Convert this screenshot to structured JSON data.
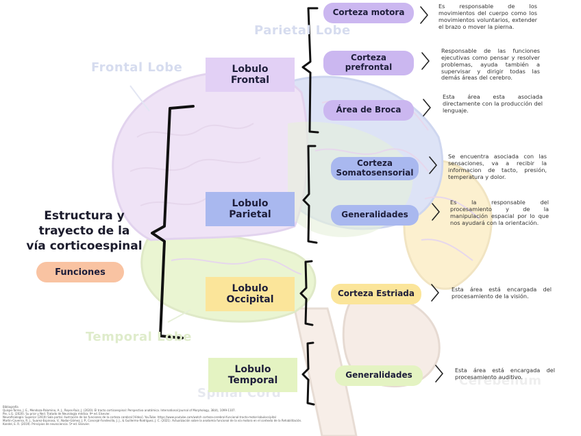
{
  "watermark_labels": {
    "frontal": "Frontal Lobe",
    "parietal": "Parietal Lobe",
    "temporal": "Temporal Lobe",
    "spinal": "Spinal Cord",
    "cerebellum": "Cerebellum"
  },
  "title": "Estructura y\ntrayecto de la\nvía corticoespinal",
  "funciones_label": "Funciones",
  "lobes": [
    {
      "name": "Lobulo\nFrontal",
      "color": "#e2d0f5",
      "areas": [
        {
          "label": "Corteza motora",
          "color": "#cbb7f0",
          "description": "Es responsable de los movimientos del cuerpo como los movimientos voluntarios, extender el brazo o mover la pierna."
        },
        {
          "label": "Corteza\nprefrontal",
          "color": "#cbb7f0",
          "description": "Responsable de las funciones ejecutivas como pensar y resolver problemas, ayuda también a supervisar y dirigir todas las demás áreas del cerebro."
        },
        {
          "label": "Área de Broca",
          "color": "#cbb7f0",
          "description": "Esta área esta asociada directamente con la producción del lenguaje."
        }
      ]
    },
    {
      "name": "Lobulo\nParietal",
      "color": "#a9b8ef",
      "areas": [
        {
          "label": "Corteza\nSomatosensorial",
          "color": "#a9b8ef",
          "description": "Se encuentra asociada con las sensaciones, va a recibir la informacion de tacto, presión, temperatura y dolor."
        },
        {
          "label": "Generalidades",
          "color": "#a9b8ef",
          "description": "Es la responsable del procesamiento y de la manipulación espacial por lo que nos ayudará con la orientación."
        }
      ]
    },
    {
      "name": "Lobulo\nOccipital",
      "color": "#fbe59a",
      "areas": [
        {
          "label": "Corteza Estriada",
          "color": "#fbe59a",
          "description": "Esta área está encargada del procesamiento de la visión."
        }
      ]
    },
    {
      "name": "Lobulo\nTemporal",
      "color": "#e4f3c2",
      "areas": [
        {
          "label": "Generalidades",
          "color": "#e4f3c2",
          "description": "Esta área está encargada del procesamiento auditivo."
        }
      ]
    }
  ],
  "bibliography": [
    "Bibliografía",
    "Quispe-Torres, J. E., Mendoza-Palomino, A. J., Reyes-Ruiz, J. (2020). El tracto corticoespinal: Perspectiva anatómica. International Journal of Morphology, 38(4), 1099-1107.",
    "Pie, L.G. (2020). Su prior y Neil. Tratado de Neurología médica. 9ª ed. Elsevier.",
    "Neurofisiología: Superior (2019) Sala portal. Ilustración de los funciones de la corteza cerebral [Video]. YouTube. https://www.youtube.com/watch corteza-cerebral-funcional-tracto-motor-lobuloccipital",
    "Martín-Caverna, R. J., Suarez-Espinosa, V., Nadar-Gómez, J. P., Concejal-Fondevilla, J. J., & Guillermo-Rodríguez, J. C. (2021). Actualización sobre la anatomía funcional de la vía motora en el contexto de la Rehabilitación. Neurocirugía y Med. 26(3), 18-33.",
    "Kandel, E. R. (2019). Principios de neurociencia. 5ª ed. Elsevier."
  ]
}
